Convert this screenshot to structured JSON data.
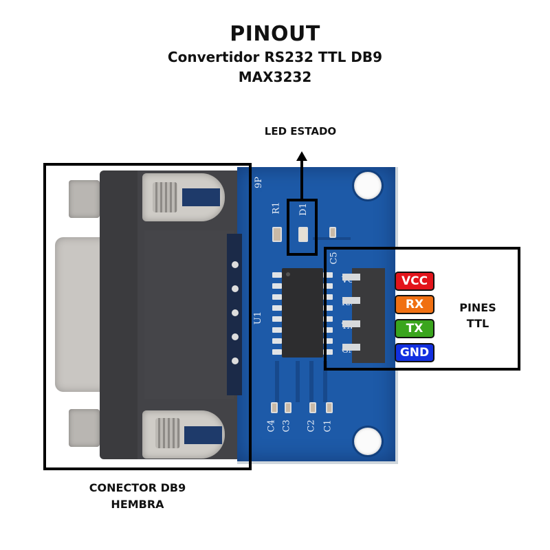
{
  "header": {
    "title": "PINOUT",
    "subtitle_line1": "Convertidor RS232 TTL DB9",
    "subtitle_line2": "MAX3232"
  },
  "annotations": {
    "led": "LED ESTADO",
    "connector_line1": "CONECTOR DB9",
    "connector_line2": "HEMBRA",
    "pins_line1": "PINES",
    "pins_line2": "TTL"
  },
  "pins": [
    {
      "label": "VCC",
      "color": "#e3141b"
    },
    {
      "label": "RX",
      "color": "#f07012"
    },
    {
      "label": "TX",
      "color": "#3aa51d"
    },
    {
      "label": "GND",
      "color": "#1230e0"
    }
  ],
  "silkscreen": {
    "connector": "9P",
    "resistor": "R1",
    "led": "D1",
    "cap5": "C5",
    "chip": "U1",
    "vcc": "VCC",
    "rx": "RXD",
    "tx": "TXD",
    "gnd": "GND",
    "caps": [
      "C4",
      "C3",
      "C2",
      "C1"
    ]
  },
  "colors": {
    "pcb": "#1d5aa8",
    "outline": "#000000"
  }
}
